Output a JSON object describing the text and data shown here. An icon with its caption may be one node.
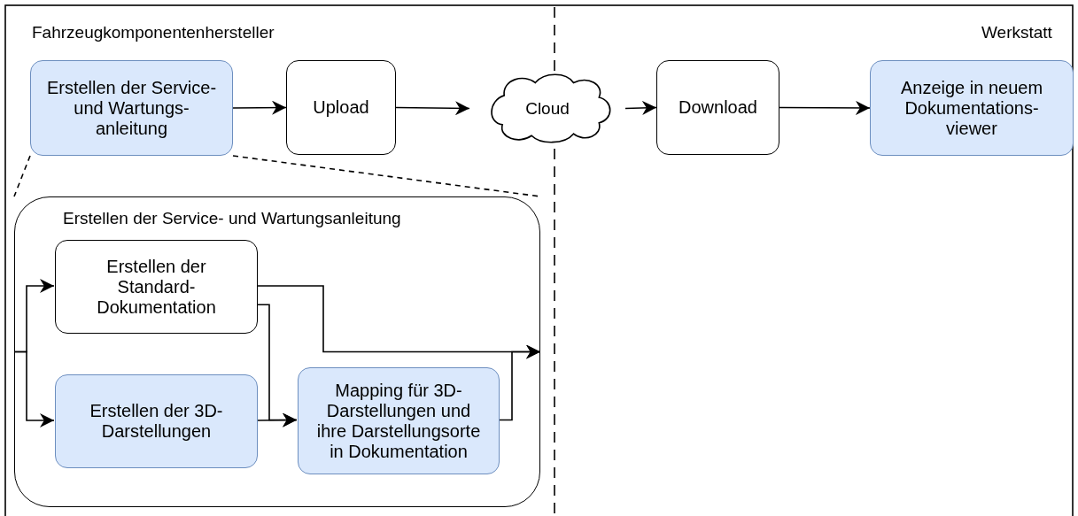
{
  "diagram": {
    "nodes": [
      {
        "text": [
          "Erstellen der Service- und Wartungs- anleitung"
        ]
      },
      {
        "text": [
          "Upload"
        ]
      },
      {
        "text": [
          "Cloud"
        ]
      },
      {
        "text": [
          "Download"
        ]
      },
      {
        "text": [
          "Anzeige in neuem Dokumentations- viewer"
        ]
      },
      {
        "text": [
          "Erstellen der Service- und Wartungsanleitung"
        ]
      },
      {
        "text": [
          "Erstellen der Standard- Dokumentation"
        ],
        "in": 5
      },
      {
        "text": [
          "Erstellen der 3D- Darstellungen"
        ],
        "in": 5
      },
      {
        "text": [
          "Mapping für 3D- Darstellungen und ihre Darstellungsorte in Dokumentation"
        ],
        "in": 5
      }
    ],
    "edges": [
      {
        "from": 0,
        "to": 1,
        "arrow": "to"
      },
      {
        "from": 1,
        "to": 2,
        "arrow": "to"
      },
      {
        "from": 2,
        "to": 3,
        "arrow": "to"
      },
      {
        "from": 3,
        "to": 4,
        "arrow": "to"
      },
      {
        "from": 0,
        "to": 5,
        "arrow": "none",
        "style": "dashed"
      },
      {
        "from": 0,
        "to": 5,
        "arrow": "none",
        "style": "dashed"
      },
      {
        "from": 5,
        "to": 6,
        "arrow": "to"
      },
      {
        "from": 5,
        "to": 7,
        "arrow": "to"
      },
      {
        "from": 6,
        "to": 5,
        "arrow": "to"
      },
      {
        "from": 6,
        "to": 8,
        "arrow": "to"
      },
      {
        "from": 7,
        "to": 8,
        "arrow": "to"
      },
      {
        "from": 8,
        "to": 5,
        "arrow": "to"
      }
    ],
    "labels": [
      "Fahrzeugkomponentenhersteller",
      "Werkstatt"
    ]
  }
}
